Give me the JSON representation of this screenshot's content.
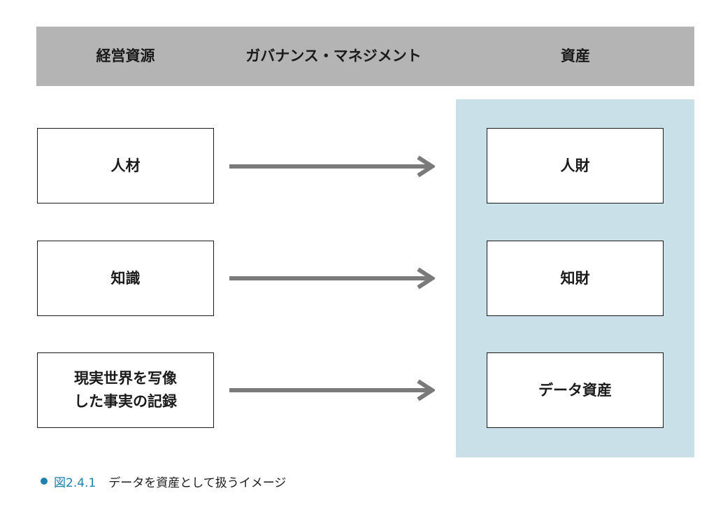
{
  "header": {
    "source_label": "経営資源",
    "governance_label": "ガバナンス・マネジメント",
    "asset_label": "資産"
  },
  "rows": [
    {
      "source_lines": [
        "人材"
      ],
      "asset_lines": [
        "人財"
      ]
    },
    {
      "source_lines": [
        "知識"
      ],
      "asset_lines": [
        "知財"
      ]
    },
    {
      "source_lines": [
        "現実世界を写像",
        "した事実の記録"
      ],
      "asset_lines": [
        "データ資産"
      ]
    }
  ],
  "caption": {
    "figure_number": "図2.4.1",
    "text": "データを資産として扱うイメージ"
  },
  "colors": {
    "header_background": "#b4b4b4",
    "asset_panel_background": "#c9e0e8",
    "arrow": "#7a7a7a",
    "caption_accent": "#1f7fae",
    "box_border": "#1a1a1a"
  }
}
